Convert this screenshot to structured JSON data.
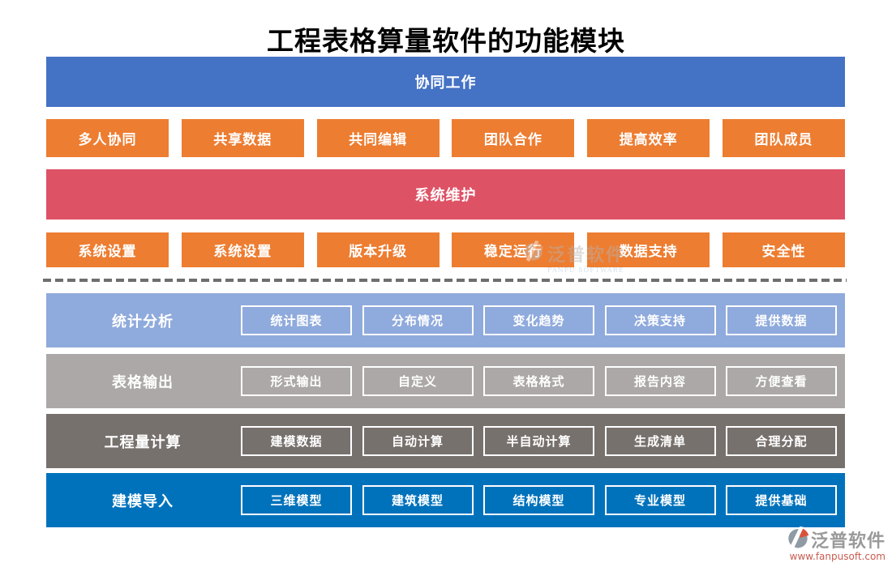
{
  "page_title": "工程表格算量软件的功能模块",
  "sections": {
    "collaboration": {
      "label": "协同工作",
      "color": "#4472C4",
      "buttons": [
        "多人协同",
        "共享数据",
        "共同编辑",
        "团队合作",
        "提高效率",
        "团队成员"
      ]
    },
    "maintenance": {
      "label": "系统维护",
      "color": "#DE5266",
      "buttons": [
        "系统设置",
        "系统设置",
        "版本升级",
        "稳定运行",
        "数据支持",
        "安全性"
      ]
    }
  },
  "modules": [
    {
      "label": "统计分析",
      "color": "#8FAADC",
      "features": [
        "统计图表",
        "分布情况",
        "变化趋势",
        "决策支持",
        "提供数据"
      ]
    },
    {
      "label": "表格输出",
      "color": "#ACA8A7",
      "features": [
        "形式输出",
        "自定义",
        "表格格式",
        "报告内容",
        "方便查看"
      ]
    },
    {
      "label": "工程量计算",
      "color": "#77716E",
      "features": [
        "建模数据",
        "自动计算",
        "半自动计算",
        "生成清单",
        "合理分配"
      ]
    },
    {
      "label": "建模导入",
      "color": "#0072BC",
      "features": [
        "三维模型",
        "建筑模型",
        "结构模型",
        "专业模型",
        "提供基础"
      ]
    }
  ],
  "watermark": {
    "brand": "泛普软件",
    "subtitle": "FANPU SOFTWARE"
  },
  "footer": {
    "brand": "泛普软件",
    "url": "www.fanpusoft.com"
  },
  "accent_colors": {
    "button_orange": "#ED7D31",
    "banner_blue": "#4472C4",
    "banner_red": "#DE5266",
    "row_light_blue": "#8FAADC",
    "row_gray": "#ACA8A7",
    "row_dark_gray": "#77716E",
    "row_azure": "#0072BC",
    "divider_gray": "#6E6E6E",
    "footer_url_red": "#C75B50"
  }
}
